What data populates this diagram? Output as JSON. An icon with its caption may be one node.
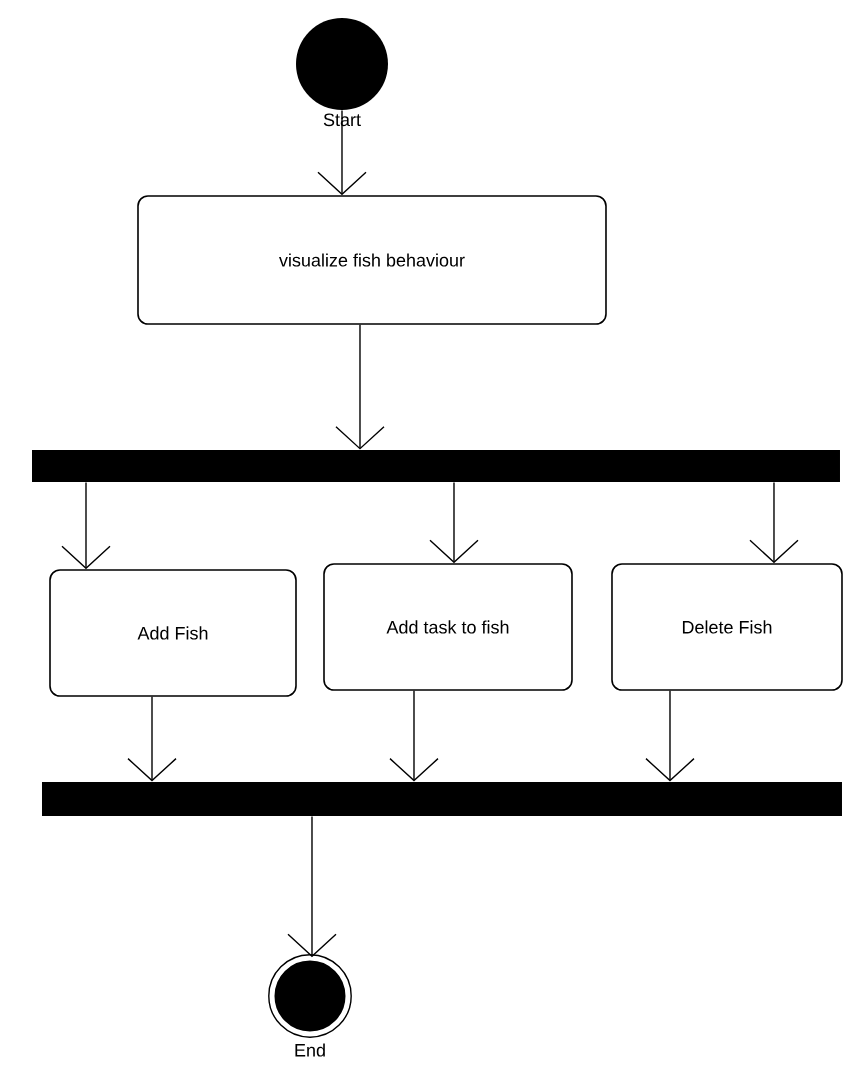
{
  "diagram": {
    "nodes": [
      {
        "text": [],
        "shape": "circle",
        "beside": [
          "Start"
        ]
      },
      {
        "text": [
          "visualize fish behaviour"
        ]
      },
      {
        "text": [],
        "shape": "bar"
      },
      {
        "text": [
          "Add Fish"
        ]
      },
      {
        "text": [
          "Add task to fish"
        ]
      },
      {
        "text": [
          "Delete Fish"
        ]
      },
      {
        "text": [],
        "shape": "bar"
      },
      {
        "text": [],
        "shape": "circle",
        "beside": [
          "End"
        ]
      }
    ],
    "edges": [
      {
        "from": 0,
        "to": 1,
        "arrow": "to"
      },
      {
        "from": 1,
        "to": 2,
        "arrow": "to"
      },
      {
        "from": 2,
        "to": 3,
        "arrow": "to"
      },
      {
        "from": 2,
        "to": 4,
        "arrow": "to"
      },
      {
        "from": 2,
        "to": 5,
        "arrow": "to"
      },
      {
        "from": 3,
        "to": 6,
        "arrow": "to"
      },
      {
        "from": 4,
        "to": 6,
        "arrow": "to"
      },
      {
        "from": 5,
        "to": 6,
        "arrow": "to"
      },
      {
        "from": 6,
        "to": 7,
        "arrow": "to"
      }
    ]
  }
}
